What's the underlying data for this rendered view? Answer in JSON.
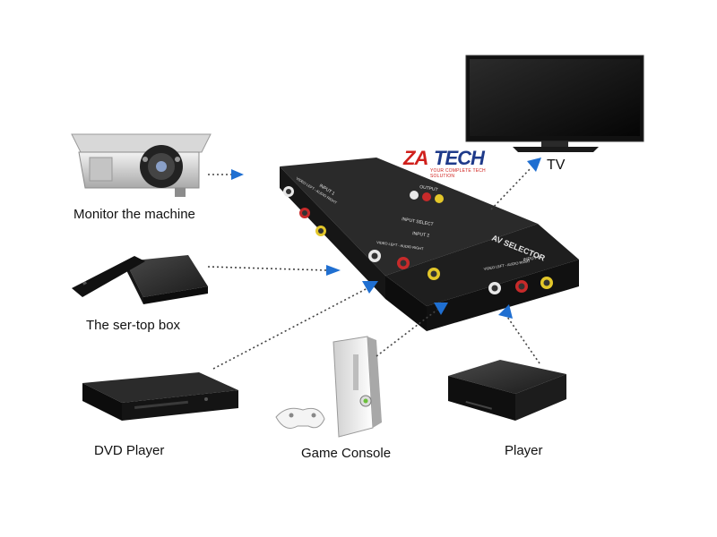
{
  "devices": {
    "monitor_label": "Monitor the machine",
    "settop_label": "The ser-top box",
    "dvd_label": "DVD Player",
    "game_label": "Game Console",
    "player_label": "Player",
    "tv_label": "TV"
  },
  "logo": {
    "part1": "ZA",
    "part2": "TECH",
    "tagline": "YOUR COMPLETE TECH SOLUTION"
  },
  "selector": {
    "title": "AV SELECTOR",
    "input_select": "INPUT SELECT",
    "output": "OUTPUT",
    "input1": "INPUT 1",
    "input2": "INPUT 2",
    "input3": "INPUT 3",
    "port_caption": "VIDEO LEFT - AUDIO RIGHT"
  },
  "colors": {
    "arrow": "#1f6fd1",
    "device_body": "#222222",
    "logo_red": "#d0201c",
    "logo_blue": "#1e3a8a"
  }
}
